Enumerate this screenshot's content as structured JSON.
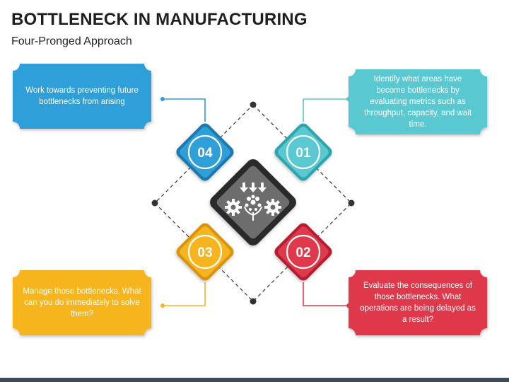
{
  "title": "BOTTLENECK IN MANUFACTURING",
  "subtitle": "Four-Pronged Approach",
  "steps": [
    {
      "number": "01",
      "text": "Identify what areas have become bottlenecks by evaluating metrics such as throughput, capacity, and wait time.",
      "color": "#5ac8d0",
      "dark": "#2fa5ae"
    },
    {
      "number": "02",
      "text": "Evaluate the consequences of those bottlenecks. What operations are being delayed as a result?",
      "color": "#e0394b",
      "dark": "#b51f31"
    },
    {
      "number": "03",
      "text": "Manage those bottlenecks. What can you do immediately to solve them?",
      "color": "#f6b51e",
      "dark": "#d9930c"
    },
    {
      "number": "04",
      "text": "Work towards preventing future bottlenecks from arising",
      "color": "#2f9fd8",
      "dark": "#1a78b0"
    }
  ],
  "center": {
    "icon": "manufacturing-gears-icon",
    "color": "#6d6d6d",
    "border": "#2b2b2b"
  },
  "colors": {
    "dashed_line": "#333333",
    "footer": "#3d4a59"
  }
}
